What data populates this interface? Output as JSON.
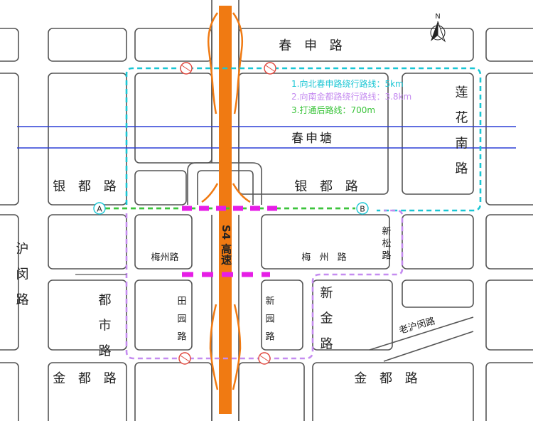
{
  "map": {
    "north_label": "N",
    "roads": {
      "chunshen": "春 申 路",
      "yindu_west": "银 都 路",
      "yindu_east": "银 都 路",
      "jindu_west": "金 都 路",
      "jindu_east": "金 都 路",
      "humin": "沪 闵 路",
      "dushi": "都 市 路",
      "meizhou_west": "梅州路",
      "meizhou_east": "梅 州 路",
      "tianhua_vertical": "莲 花 南 路",
      "xinzhuang": "新 金 路",
      "laohumin": "老沪闵路",
      "xitian": "田 园 路",
      "dongtian": "新 园 路",
      "xinsong": "新 松 路"
    },
    "river": "春申塘",
    "expressway": "S4 高速",
    "points": {
      "a": "A",
      "b": "B"
    },
    "legend": {
      "line1": "1.向北春申路绕行路线：5km",
      "line2": "2.向南金都路绕行路线：3.8km",
      "line3": "3.打通后路线：700m",
      "color1": "#19c6d4",
      "color2": "#c58cf0",
      "color3": "#3cc43c"
    },
    "colors": {
      "expressway": "#f07a12",
      "river": "#2c3fd6",
      "magenta": "#e61ee6",
      "road_stroke": "#555555",
      "marker": "#e0463c"
    }
  }
}
